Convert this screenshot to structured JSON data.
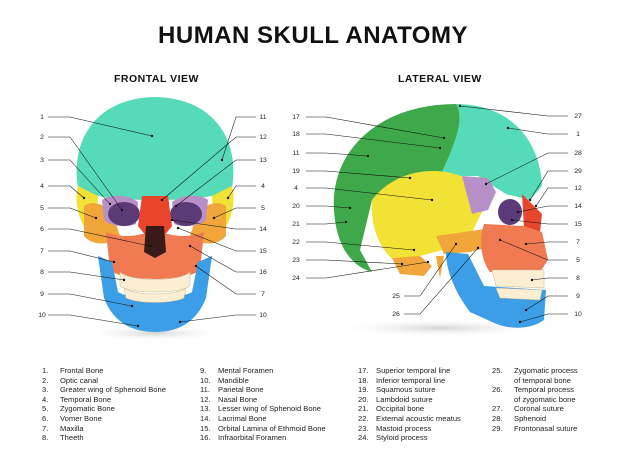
{
  "title": "HUMAN SKULL ANATOMY",
  "frontal_label": "FRONTAL VIEW",
  "lateral_label": "LATERAL VIEW",
  "frontal_numbers_left": [
    "1",
    "2",
    "3",
    "4",
    "5",
    "6",
    "7",
    "8",
    "9",
    "10"
  ],
  "frontal_numbers_right": [
    "11",
    "12",
    "13",
    "4",
    "5",
    "14",
    "15",
    "16",
    "7",
    "10"
  ],
  "lateral_numbers_left": [
    "17",
    "18",
    "11",
    "19",
    "4",
    "20",
    "21",
    "22",
    "23",
    "24"
  ],
  "lateral_numbers_right": [
    "27",
    "1",
    "28",
    "29",
    "12",
    "14",
    "15",
    "7",
    "5",
    "8",
    "9",
    "10"
  ],
  "lateral_numbers_bottom": [
    "25",
    "26"
  ],
  "legend": [
    {
      "num": "1.",
      "name": "Frontal Bone"
    },
    {
      "num": "2.",
      "name": "Optic canal"
    },
    {
      "num": "3.",
      "name": "Greater wing of Sphenoid Bone"
    },
    {
      "num": "4.",
      "name": "Temporal Bone"
    },
    {
      "num": "5.",
      "name": "Zygomatic Bone"
    },
    {
      "num": "6.",
      "name": "Vomer Bone"
    },
    {
      "num": "7.",
      "name": "Maxilla"
    },
    {
      "num": "8.",
      "name": "Theeth"
    },
    {
      "num": "9.",
      "name": "Mental Foramen"
    },
    {
      "num": "10.",
      "name": "Mandible"
    },
    {
      "num": "11.",
      "name": "Parietal Bone"
    },
    {
      "num": "12.",
      "name": "Nasal Bone"
    },
    {
      "num": "13.",
      "name": "Lesser wing of Sphenoid Bone"
    },
    {
      "num": "14.",
      "name": "Lacrimal Bone"
    },
    {
      "num": "15.",
      "name": "Orbital Lamina of Ethmoid Bone"
    },
    {
      "num": "16.",
      "name": "Infraorbital Foramen"
    },
    {
      "num": "17.",
      "name": "Superior temporal line"
    },
    {
      "num": "18.",
      "name": "Inferior temporal line"
    },
    {
      "num": "19.",
      "name": "Squamous suture"
    },
    {
      "num": "20.",
      "name": "Lambdoid suture"
    },
    {
      "num": "21.",
      "name": "Occipital bone"
    },
    {
      "num": "22.",
      "name": "External acoustic meatus"
    },
    {
      "num": "23.",
      "name": "Mastoid process"
    },
    {
      "num": "24.",
      "name": "Styloid process"
    },
    {
      "num": "25.",
      "name": "Zygomatic process",
      "name2": "of temporal bone"
    },
    {
      "num": "26.",
      "name": "Temporal process",
      "name2": "of zygomatic bone"
    },
    {
      "num": "27.",
      "name": "Coronal suture"
    },
    {
      "num": "28.",
      "name": "Sphenoid"
    },
    {
      "num": "29.",
      "name": "Frontonasal suture"
    }
  ],
  "colors": {
    "frontal": "#56dbb8",
    "parietal": "#3ea84a",
    "temporal": "#f2e236",
    "sphenoid": "#b890c8",
    "zygomatic": "#f0a63a",
    "maxilla": "#f07a52",
    "nasal": "#e8452c",
    "mandible": "#3b9ee6",
    "teeth": "#fbeed2",
    "orbit": "#6b3f86"
  }
}
